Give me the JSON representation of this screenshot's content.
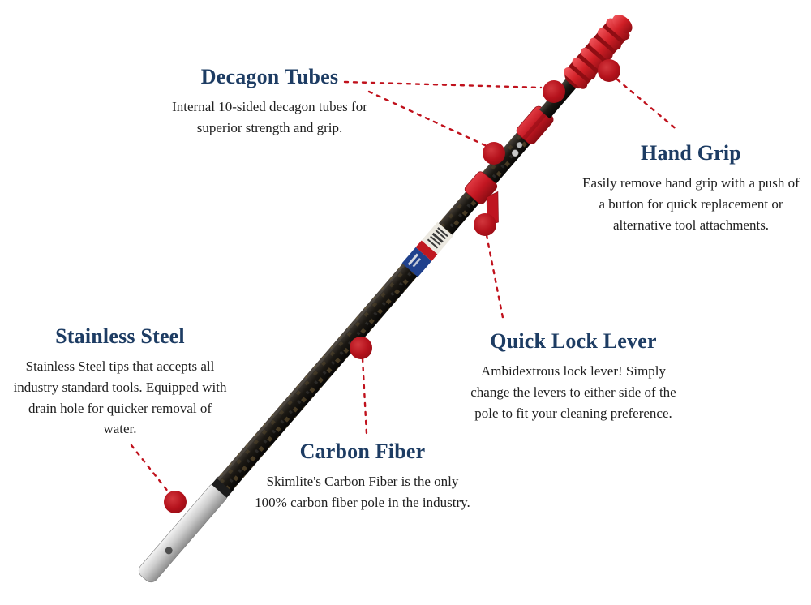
{
  "theme": {
    "accent": "#c0111c",
    "marker": "#b5121c",
    "title-color": "#1d3c63",
    "text-color": "#1f1f1f",
    "background": "#ffffff"
  },
  "features": [
    {
      "id": "decagon-tubes",
      "title": "Decagon Tubes",
      "description": "Internal 10-sided decagon tubes for\nsuperior strength and grip."
    },
    {
      "id": "hand-grip",
      "title": "Hand Grip",
      "description": "Easily remove hand grip with a push of\na button for quick replacement or\nalternative tool attachments."
    },
    {
      "id": "stainless-steel",
      "title": "Stainless Steel",
      "description": "Stainless Steel tips that accepts all\nindustry standard tools. Equipped with\ndrain hole for quicker removal of\nwater."
    },
    {
      "id": "quick-lock-lever",
      "title": "Quick Lock Lever",
      "description": "Ambidextrous lock lever! Simply\nchange the levers to either side of the\npole to fit your cleaning preference."
    },
    {
      "id": "carbon-fiber",
      "title": "Carbon Fiber",
      "description": "Skimlite's Carbon Fiber is the only\n100% carbon fiber pole in the industry."
    }
  ]
}
